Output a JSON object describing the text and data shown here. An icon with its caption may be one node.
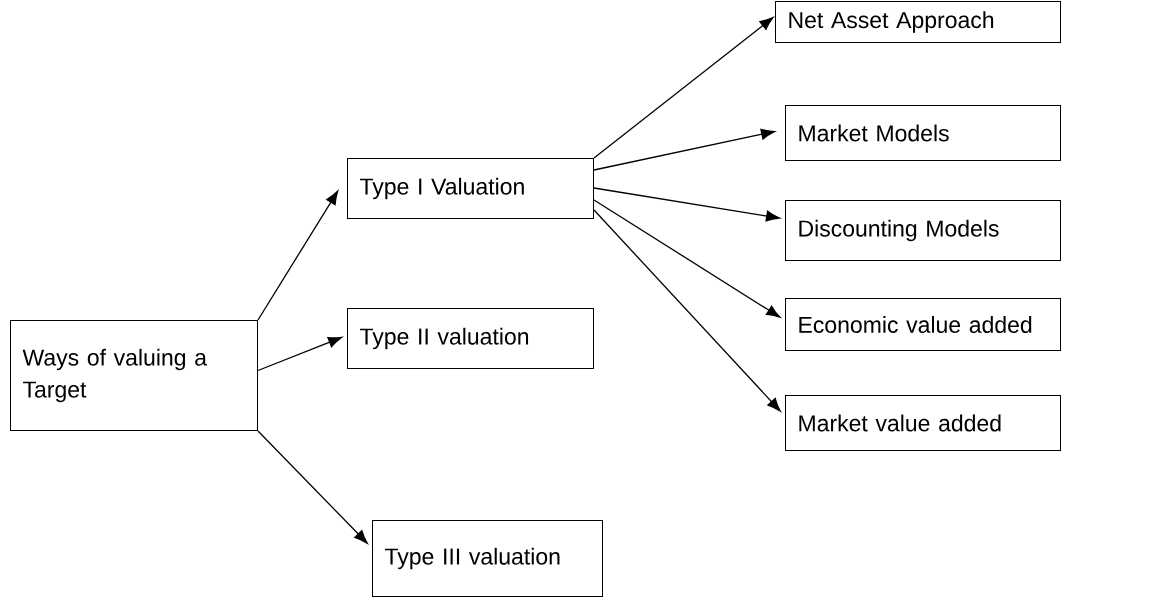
{
  "diagram": {
    "nodes": [
      {
        "text": [
          "Ways of valuing a Target"
        ]
      },
      {
        "text": [
          "Type I Valuation"
        ]
      },
      {
        "text": [
          "Type II valuation"
        ]
      },
      {
        "text": [
          "Type III valuation"
        ]
      },
      {
        "text": [
          "Net Asset Approach"
        ]
      },
      {
        "text": [
          "Market Models"
        ]
      },
      {
        "text": [
          "Discounting Models"
        ]
      },
      {
        "text": [
          "Economic value added"
        ]
      },
      {
        "text": [
          "Market value added"
        ]
      }
    ],
    "edges": [
      {
        "from": 0,
        "to": 1,
        "arrow": "to"
      },
      {
        "from": 0,
        "to": 2,
        "arrow": "to"
      },
      {
        "from": 0,
        "to": 3,
        "arrow": "to"
      },
      {
        "from": 1,
        "to": 4,
        "arrow": "to"
      },
      {
        "from": 1,
        "to": 5,
        "arrow": "to"
      },
      {
        "from": 1,
        "to": 6,
        "arrow": "to"
      },
      {
        "from": 1,
        "to": 7,
        "arrow": "to"
      },
      {
        "from": 1,
        "to": 8,
        "arrow": "to"
      }
    ]
  }
}
